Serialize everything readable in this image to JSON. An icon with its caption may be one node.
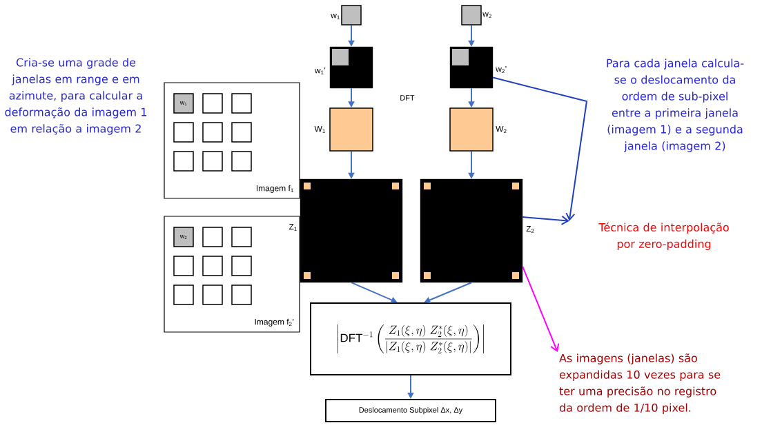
{
  "diagram": {
    "nodes": [
      {
        "text": [],
        "shape": "box",
        "beside": [
          "w$_{1}$"
        ]
      },
      {
        "text": [],
        "shape": "box",
        "beside": [
          "w$_{2}$"
        ]
      },
      {
        "text": [],
        "shape": "box",
        "beside": [
          "w$_{1}$'"
        ]
      },
      {
        "text": [],
        "shape": "box",
        "beside": [
          "w$_{2}$'"
        ]
      },
      {
        "text": [],
        "shape": "box",
        "beside": [
          "W$_{1}$"
        ]
      },
      {
        "text": [],
        "shape": "box",
        "beside": [
          "W$_{2}$"
        ]
      },
      {
        "text": [
          "Imagem f$_{1}$"
        ]
      },
      {
        "text": [
          "w$_{1}$"
        ],
        "in": 6
      },
      {
        "text": [],
        "shape": "box",
        "in": 6
      },
      {
        "text": [],
        "shape": "box",
        "in": 6
      },
      {
        "text": [],
        "shape": "box",
        "in": 6
      },
      {
        "text": [],
        "shape": "box",
        "in": 6
      },
      {
        "text": [],
        "shape": "box",
        "in": 6
      },
      {
        "text": [],
        "shape": "box",
        "in": 6
      },
      {
        "text": [],
        "shape": "box",
        "in": 6
      },
      {
        "text": [],
        "shape": "box",
        "in": 6
      },
      {
        "text": [],
        "shape": "box",
        "beside": [
          "Z$_{1}$"
        ]
      },
      {
        "text": [],
        "shape": "box",
        "beside": [
          "Z$_{2}$"
        ]
      },
      {
        "text": [
          "Imagem f$_{2}$'"
        ]
      },
      {
        "text": [
          "w$_{2}$"
        ],
        "in": 18
      },
      {
        "text": [],
        "shape": "box",
        "in": 18
      },
      {
        "text": [],
        "shape": "box",
        "in": 18
      },
      {
        "text": [],
        "shape": "box",
        "in": 18
      },
      {
        "text": [],
        "shape": "box",
        "in": 18
      },
      {
        "text": [],
        "shape": "box",
        "in": 18
      },
      {
        "text": [],
        "shape": "box",
        "in": 18
      },
      {
        "text": [],
        "shape": "box",
        "in": 18
      },
      {
        "text": [],
        "shape": "box",
        "in": 18
      },
      {
        "text": [
          "\\left|\\mathrm{DFT}^{-1}\\left(\\frac{Z_1(\\xi,\\eta)\\;Z_2^*(\\xi,\\eta)}{\\left|Z_1(\\xi,\\eta)\\;Z_2^*(\\xi,\\eta)\\right|}\\right)\\right|"
        ]
      },
      {
        "text": [
          "Deslocamento Subpixel Δx, Δy"
        ]
      },
      {
        "text": [
          "Técnica de interpolação por zero-padding"
        ]
      },
      {
        "text": [
          "As imagens (janelas) são expandidas 10 vezes para se ter uma precisão no registro da ordem de 1/10 pixel."
        ]
      }
    ],
    "edges": [
      {
        "from": 0,
        "to": 2,
        "arrow": "to"
      },
      {
        "from": 2,
        "to": 4,
        "arrow": "to"
      },
      {
        "from": 4,
        "to": 16,
        "arrow": "to"
      },
      {
        "from": 1,
        "to": 3,
        "arrow": "to"
      },
      {
        "from": 3,
        "to": 5,
        "arrow": "to"
      },
      {
        "from": 5,
        "to": 17,
        "arrow": "to"
      },
      {
        "from": 16,
        "to": 28,
        "arrow": "to"
      },
      {
        "from": 17,
        "to": 28,
        "arrow": "to"
      },
      {
        "from": 28,
        "to": 29,
        "arrow": "to"
      },
      {
        "from": 3,
        "to": 30,
        "arrow": "to",
        "color": "#1f3fbf"
      },
      {
        "from": 17,
        "to": 30,
        "arrow": "to",
        "color": "#1f3fbf"
      },
      {
        "from": 17,
        "to": 31,
        "arrow": "to",
        "color": "#ff00ff"
      }
    ],
    "labels": [
      "Cria-se uma grade de janelas em range e em azimute, para calcular a deformação da imagem 1 em relação a imagem 2",
      "DFT",
      "Para cada janela calcula-se o deslocamento da ordem de sub-pixel entre a primeira janela (imagem 1) e a segunda janela (imagem 2)"
    ]
  }
}
